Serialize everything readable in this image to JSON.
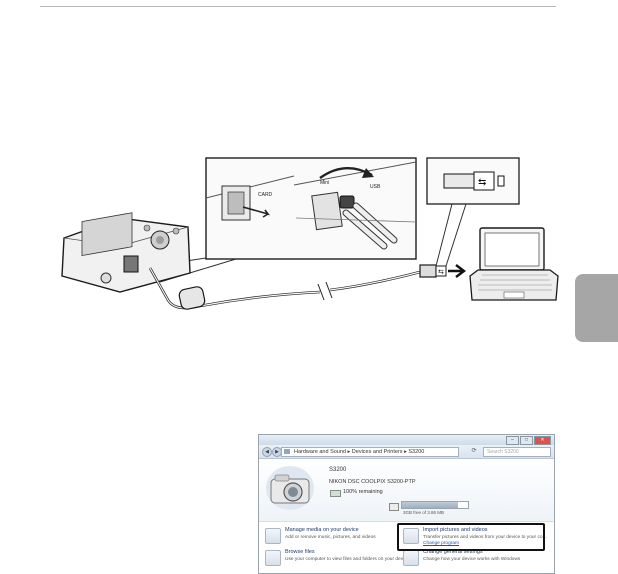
{
  "figure": {
    "callout_labels": [
      "Mini",
      "CARD",
      "USB"
    ],
    "usb_symbol": "⇆",
    "icons": [
      "camera-icon",
      "usb-plug-icon",
      "laptop-icon",
      "ferrite-core-icon",
      "usb-symbol-icon"
    ]
  },
  "window": {
    "breadcrumb": "Hardware and Sound ▸ Devices and Printers ▸ S3200",
    "search_placeholder": "Search S3200",
    "device_name": "S3200",
    "device_model": "NIKON DSC COOLPIX S3200-PTP",
    "battery_text": "100% remaining",
    "storage_text": "3GB free of 3.86 MB",
    "storage_free_fraction": 0.85,
    "tasks": [
      {
        "title": "Manage media on your device",
        "desc": "Add or remove music, pictures, and videos",
        "link": ""
      },
      {
        "title": "Import pictures and videos",
        "desc": "Transfer pictures and videos from your device to your co…",
        "link": "Change program"
      },
      {
        "title": "Browse files",
        "desc": "Use your computer to view files and folders on your device",
        "link": ""
      },
      {
        "title": "Change general settings",
        "desc": "Change how your device works with Windows",
        "link": ""
      }
    ],
    "icons": [
      "back-icon",
      "forward-icon",
      "refresh-icon",
      "search-icon",
      "camera-icon"
    ]
  },
  "colors": {
    "highlight": "#111111",
    "link": "#1a56b8",
    "side_tab": "#a6a6a6"
  }
}
